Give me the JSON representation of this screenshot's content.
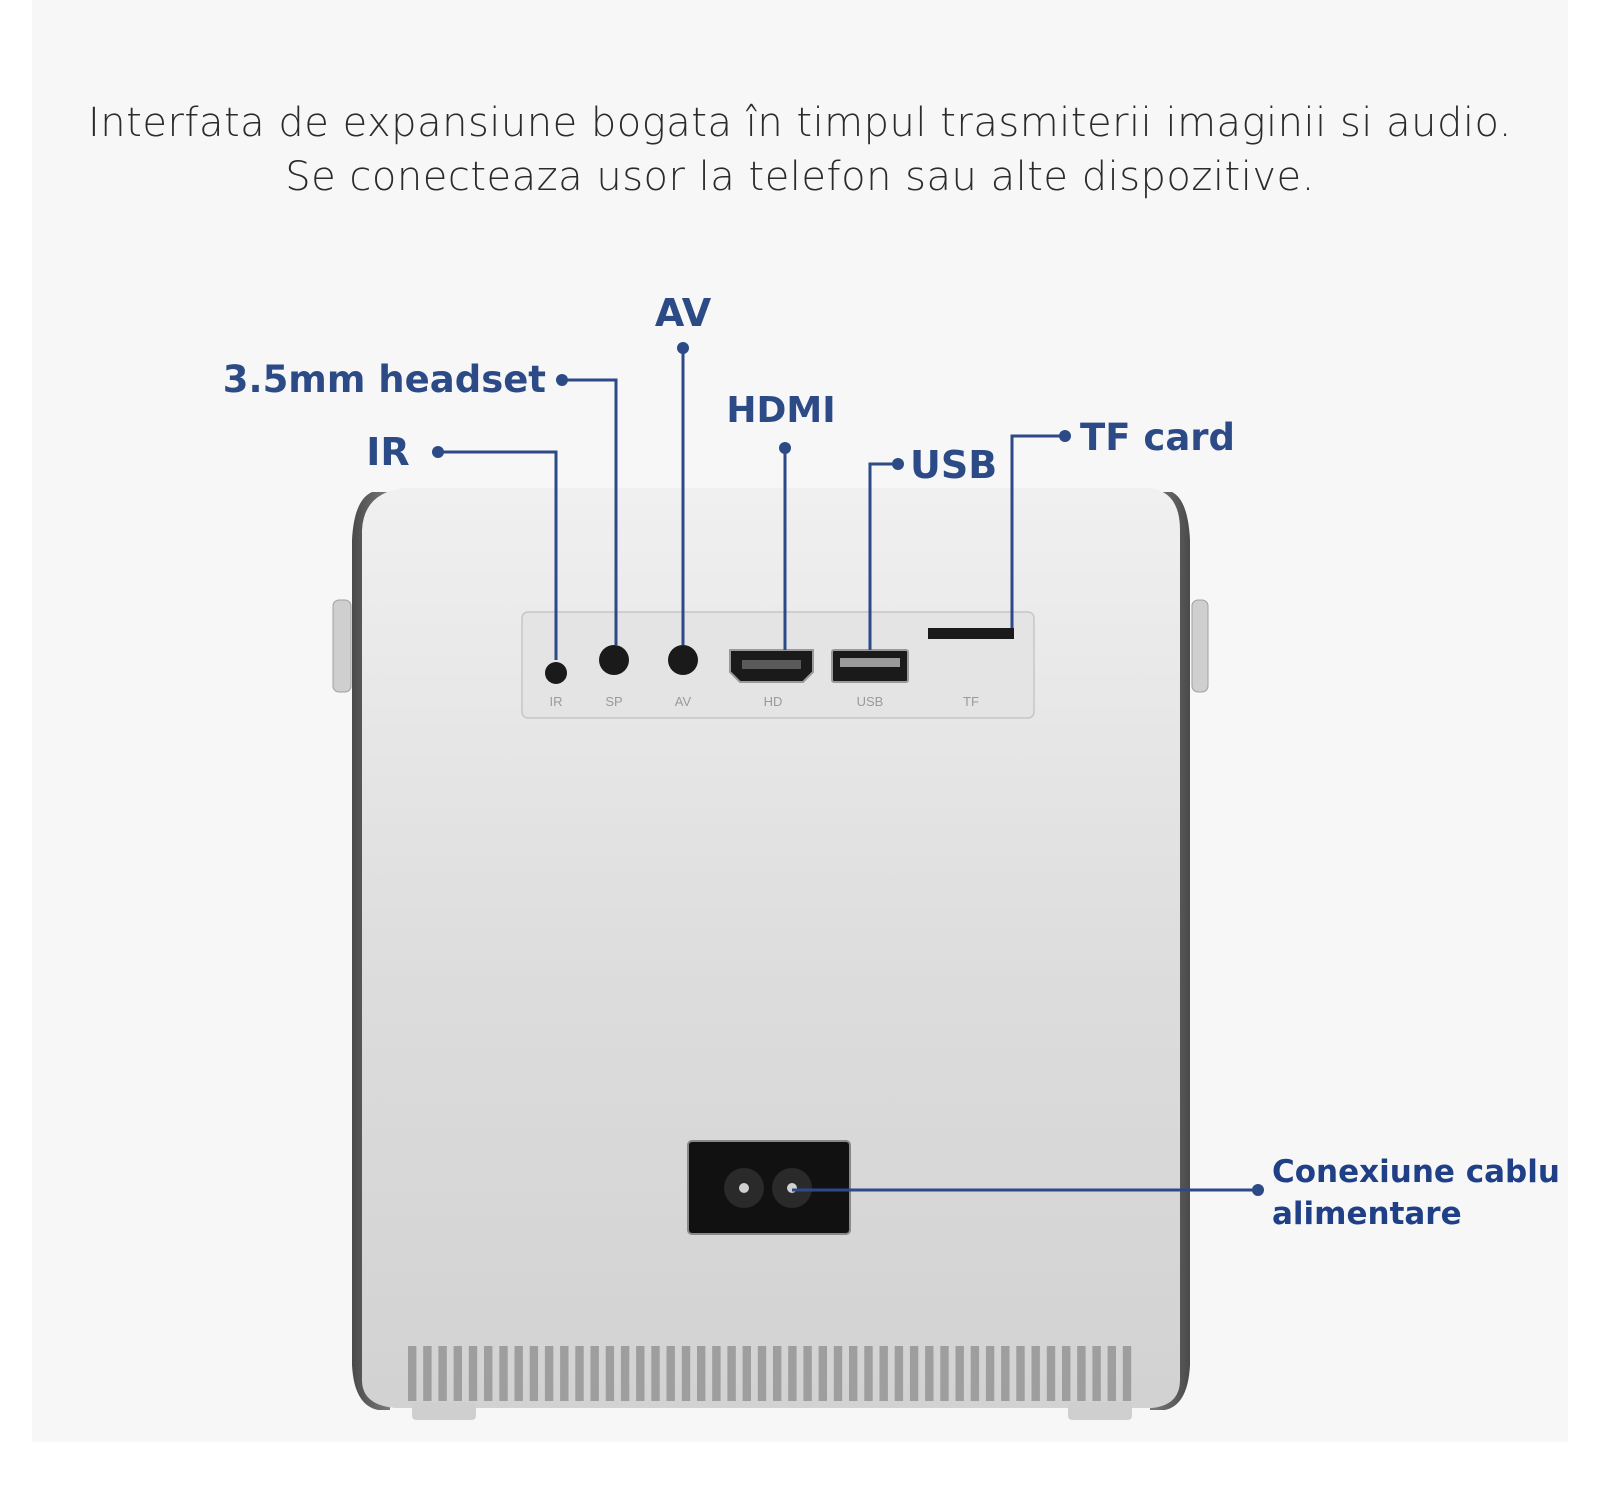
{
  "heading": {
    "line1": "Interfata de expansiune bogata în timpul trasmiterii imaginii si audio.",
    "line2": "Se conecteaza usor la telefon sau alte dispozitive."
  },
  "callouts": {
    "av": "AV",
    "headset": "3.5mm headset",
    "ir": "IR",
    "hdmi": "HDMI",
    "usb": "USB",
    "tf_card": "TF card",
    "power_line1": "Conexiune cablu",
    "power_line2": "alimentare"
  },
  "port_labels": {
    "ir": "IR",
    "sp": "SP",
    "av": "AV",
    "hd": "HD",
    "usb": "USB",
    "tf": "TF"
  },
  "colors": {
    "callout_text": "#2b4a86",
    "leader_line": "#2b4a86",
    "device_body": "#d9d9d9",
    "side_fabric": "#6e6e6e"
  }
}
